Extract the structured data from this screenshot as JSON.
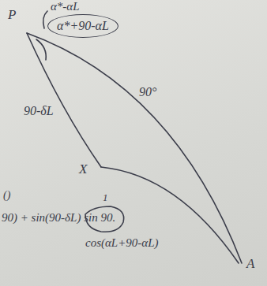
{
  "diagram": {
    "nodes": [
      {
        "text": [
          "α*+90-αL"
        ]
      }
    ],
    "labels": [
      "P",
      "α*-αL",
      "90-δL",
      "90°",
      "X",
      "A",
      "()",
      "90) + sin(90-δL) sin 90.",
      "1",
      "cos(αL+90-αL)"
    ]
  }
}
